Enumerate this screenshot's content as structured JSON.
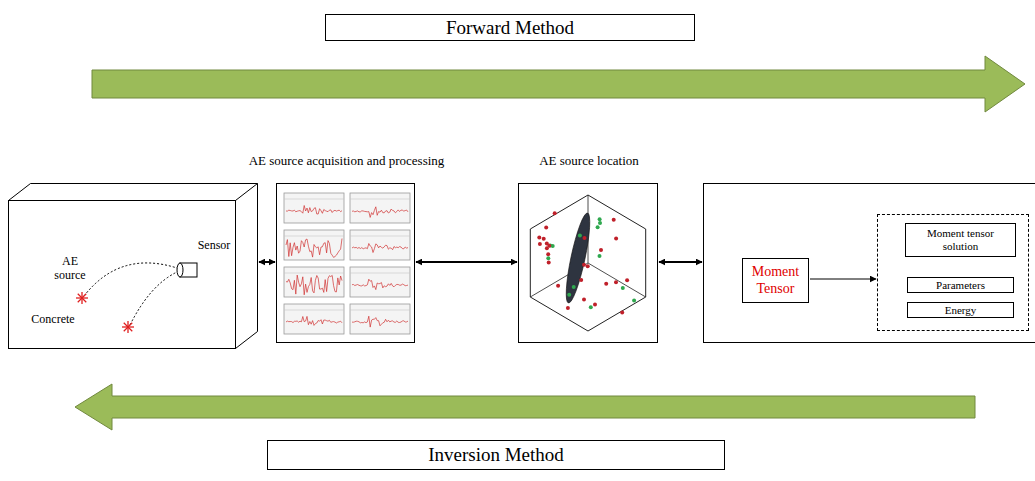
{
  "diagram": {
    "nodes": [
      {
        "text": [
          "Forward Method"
        ]
      },
      {
        "text": [
          "AE source",
          "Sensor",
          "Concrete"
        ]
      },
      {
        "text": [
          "AE source acquisition and processing"
        ]
      },
      {
        "text": [
          "AE source location"
        ]
      },
      {
        "text": []
      },
      {
        "text": [
          "Moment Tensor"
        ],
        "in": 4
      },
      {
        "text": [],
        "in": 4
      },
      {
        "text": [
          "Moment tensor solution"
        ],
        "in": 6
      },
      {
        "text": [
          "Parameters"
        ],
        "in": 6
      },
      {
        "text": [
          "Energy"
        ],
        "in": 6
      },
      {
        "text": [
          "Inversion Method"
        ]
      }
    ],
    "edges": [
      {
        "from": 1,
        "to": 2,
        "arrow": "both"
      },
      {
        "from": 2,
        "to": 3,
        "arrow": "both"
      },
      {
        "from": 3,
        "to": 4,
        "arrow": "both"
      },
      {
        "from": 5,
        "to": 6,
        "arrow": "to"
      }
    ]
  }
}
